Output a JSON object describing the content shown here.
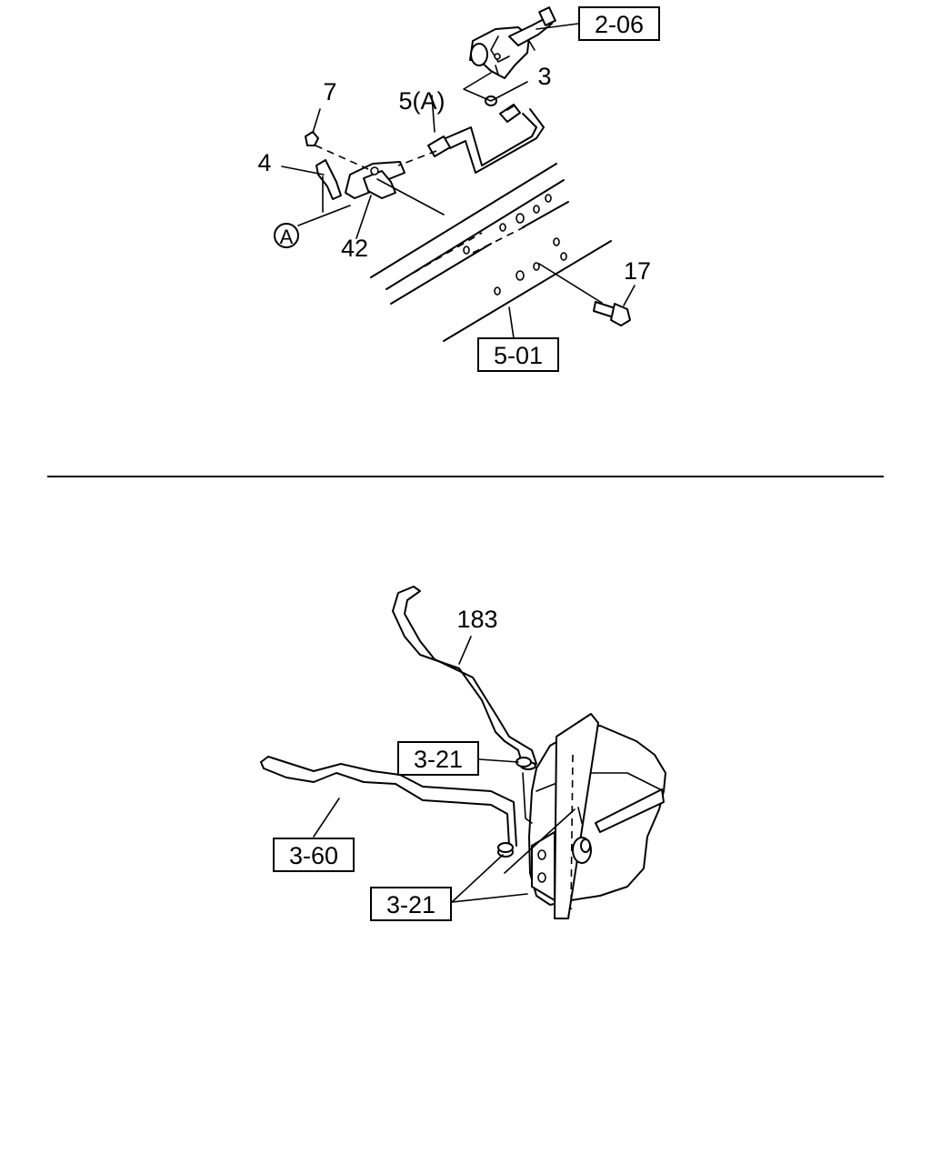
{
  "diagram_top": {
    "callouts": {
      "ref_2_06": "2-06",
      "part_3": "3",
      "part_5a": "5(A)",
      "part_7": "7",
      "part_4": "4",
      "marker_a": "A",
      "part_42": "42",
      "part_17": "17",
      "ref_5_01": "5-01"
    }
  },
  "diagram_bottom": {
    "callouts": {
      "part_183": "183",
      "ref_3_21_upper": "3-21",
      "ref_3_60": "3-60",
      "ref_3_21_lower": "3-21"
    }
  }
}
